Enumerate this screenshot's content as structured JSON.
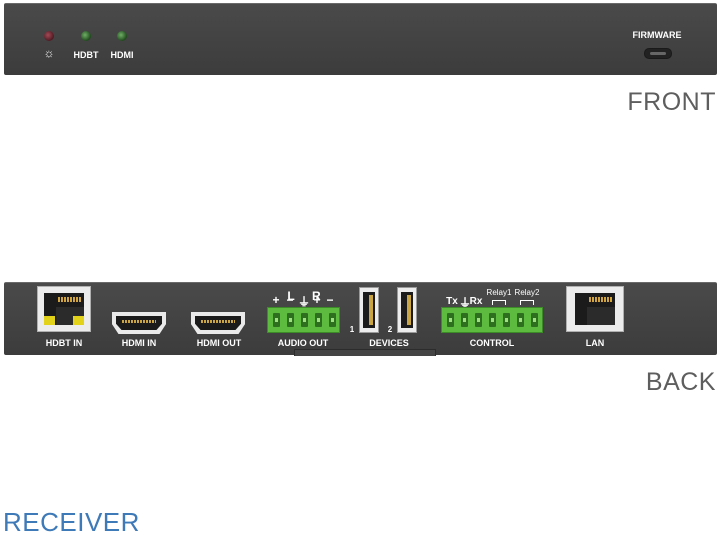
{
  "title": "RECEIVER",
  "front": {
    "section_label": "FRONT",
    "leds": [
      {
        "name": "power",
        "color": "#a34a55"
      },
      {
        "name": "hdbt",
        "label": "HDBT",
        "color": "#4f8f47"
      },
      {
        "name": "hdmi",
        "label": "HDMI",
        "color": "#4f8f47"
      }
    ],
    "power_symbol": "☼",
    "firmware_label": "FIRMWARE"
  },
  "back": {
    "section_label": "BACK",
    "hdbt_in_label": "HDBT IN",
    "hdmi_in_label": "HDMI IN",
    "hdmi_out_label": "HDMI OUT",
    "audio_out_label": "AUDIO OUT",
    "audio_marks": {
      "plus1": "+",
      "minus1": "−",
      "ground": "⏚",
      "plus2": "+",
      "minus2": "−",
      "L": "L",
      "R": "R"
    },
    "devices_label": "DEVICES",
    "device_num_1": "1",
    "device_num_2": "2",
    "control_label": "CONTROL",
    "control_marks": {
      "tx": "Tx",
      "gnd": "⏚",
      "rx": "Rx"
    },
    "relay1_label": "Relay1",
    "relay2_label": "Relay2",
    "lan_label": "LAN"
  },
  "colors": {
    "panel": "#3f3f3f",
    "terminal_green": "#5dbb3f",
    "rj45_led_yellow": "#e3d21a",
    "title_blue": "#3e7ab8",
    "section_text": "#5e5e5e"
  }
}
